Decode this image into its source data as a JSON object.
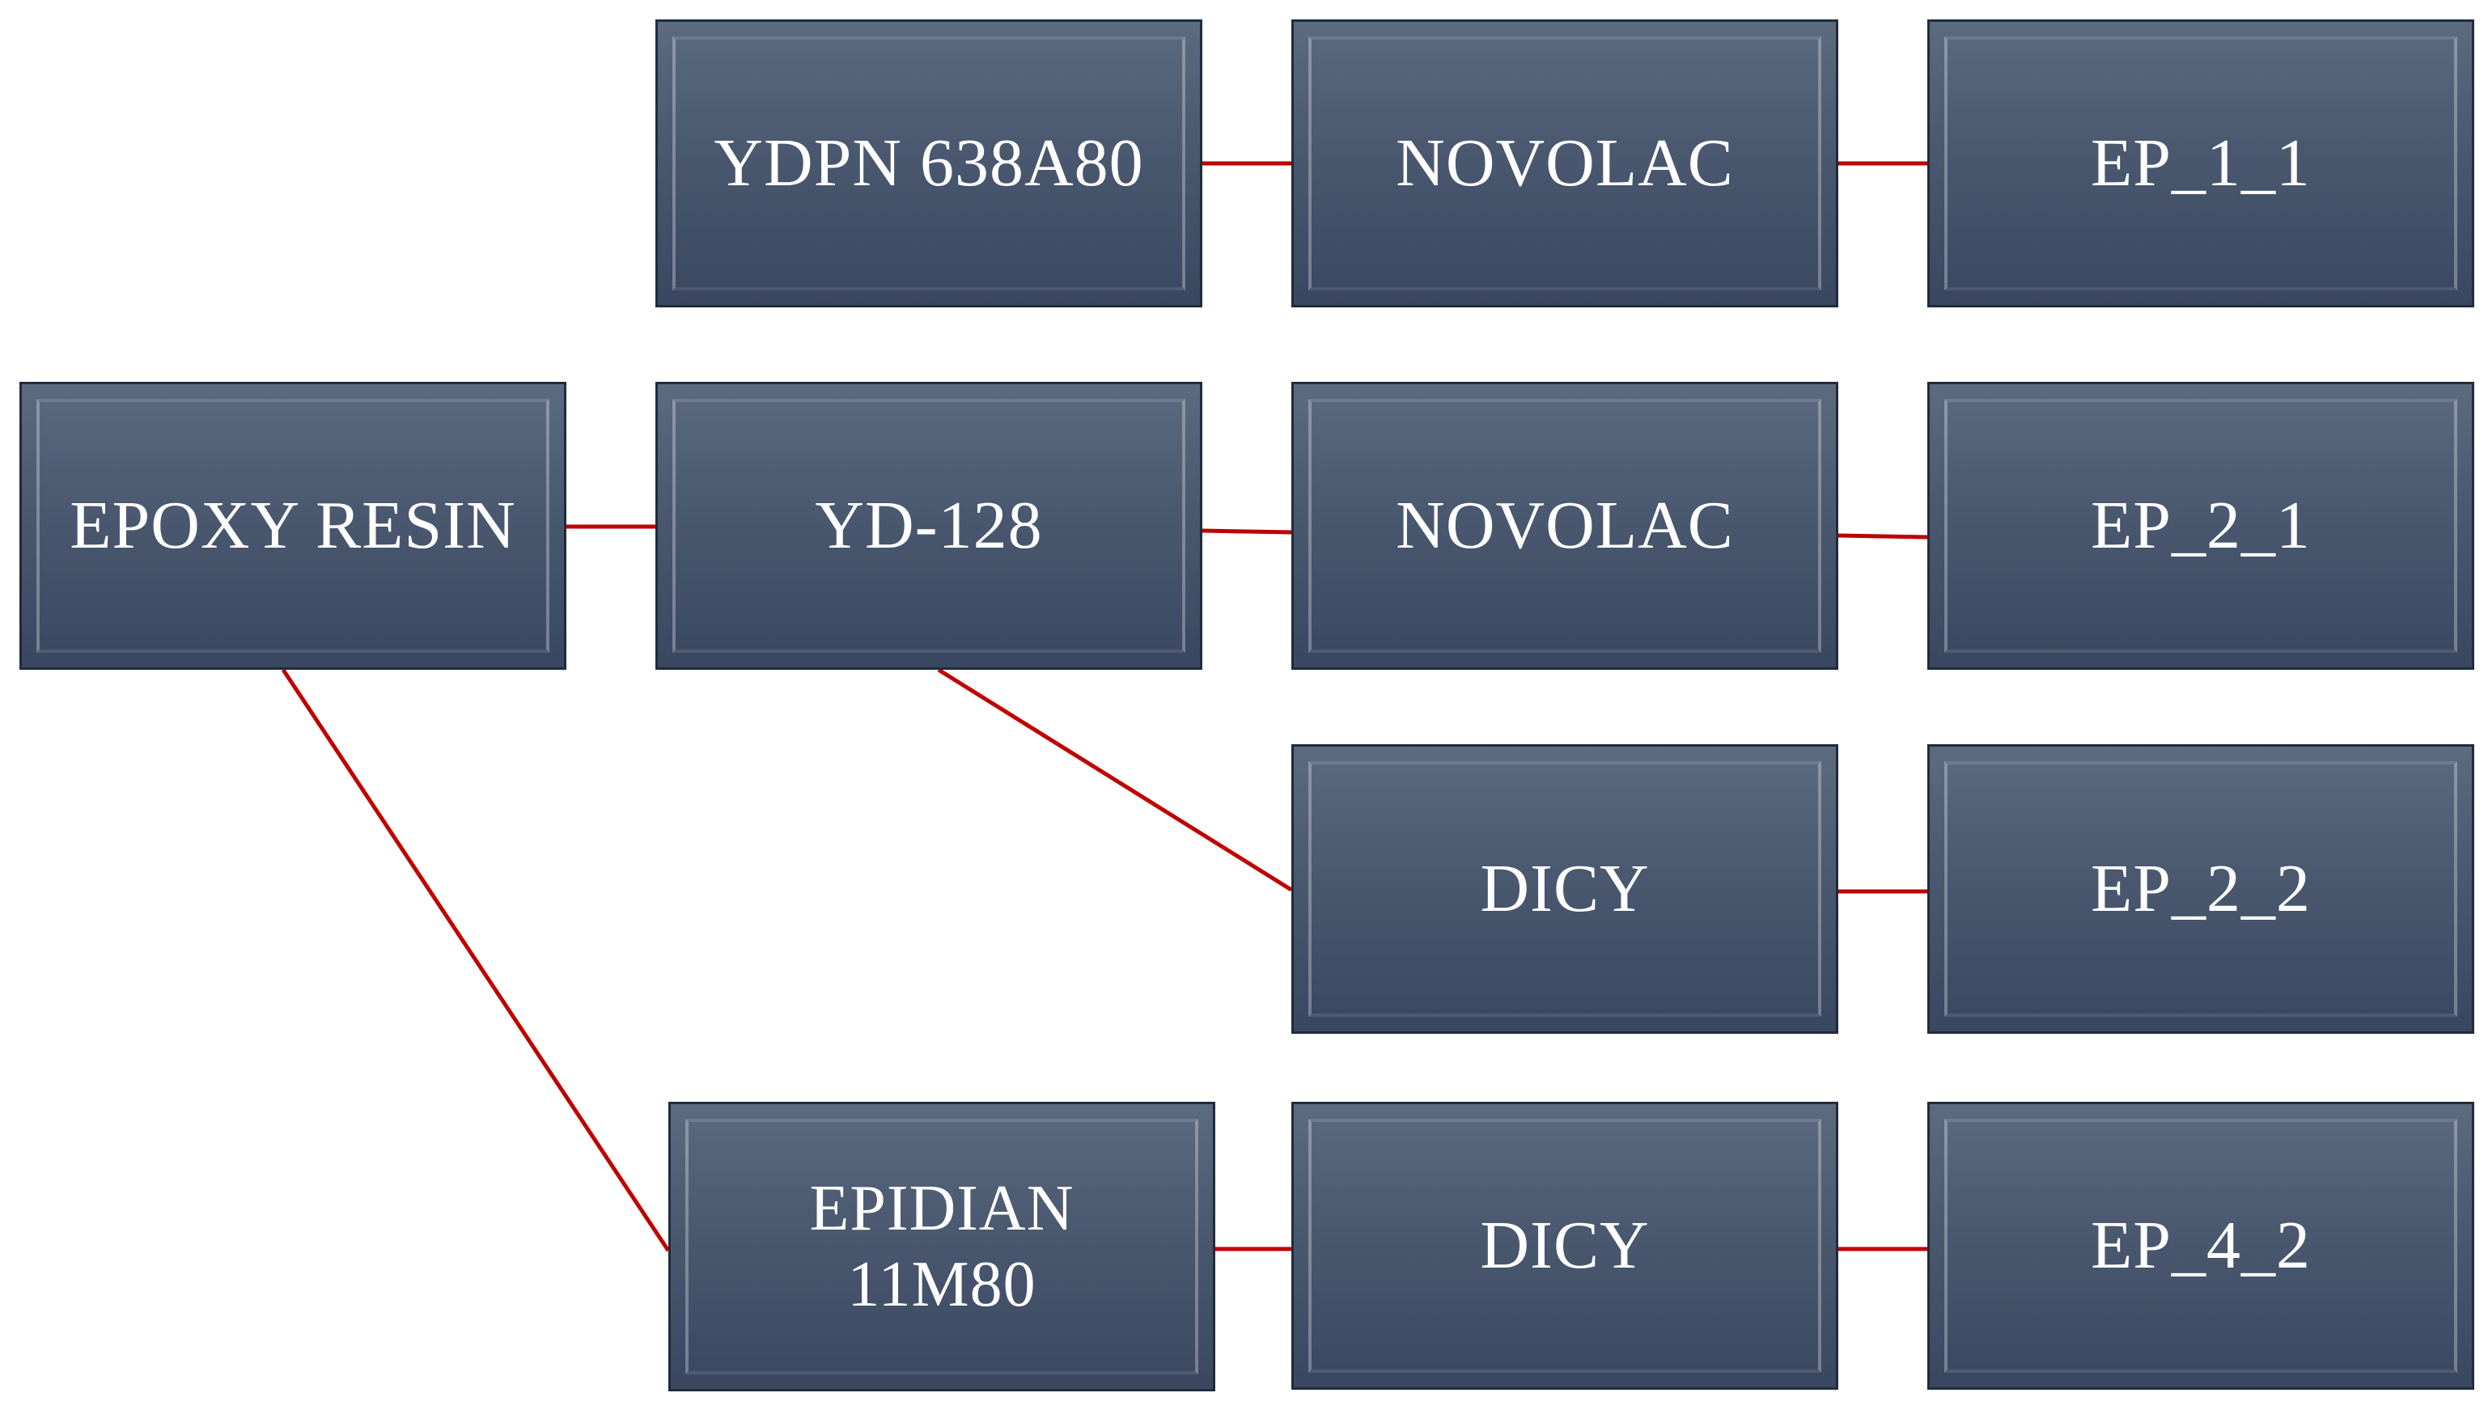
{
  "diagram": {
    "colors": {
      "node_fill": "#4a5870",
      "node_border": "#1f2c3d",
      "node_text": "#ffffff",
      "connector": "#c00000"
    },
    "nodes": [
      {
        "id": "epoxy-resin",
        "label": "EPOXY RESIN"
      },
      {
        "id": "ydpn-638a80",
        "label": "YDPN 638A80"
      },
      {
        "id": "yd-128",
        "label": "YD-128"
      },
      {
        "id": "epidian-11m80",
        "label": "EPIDIAN\n11M80"
      },
      {
        "id": "novolac-1",
        "label": "NOVOLAC"
      },
      {
        "id": "novolac-2",
        "label": "NOVOLAC"
      },
      {
        "id": "dicy-1",
        "label": "DICY"
      },
      {
        "id": "dicy-2",
        "label": "DICY"
      },
      {
        "id": "ep-1-1",
        "label": "EP_1_1"
      },
      {
        "id": "ep-2-1",
        "label": "EP_2_1"
      },
      {
        "id": "ep-2-2",
        "label": "EP_2_2"
      },
      {
        "id": "ep-4-2",
        "label": "EP_4_2"
      }
    ],
    "edges": [
      {
        "from": "epoxy-resin",
        "to": "yd-128"
      },
      {
        "from": "epoxy-resin",
        "to": "epidian-11m80"
      },
      {
        "from": "ydpn-638a80",
        "to": "novolac-1"
      },
      {
        "from": "novolac-1",
        "to": "ep-1-1"
      },
      {
        "from": "yd-128",
        "to": "novolac-2"
      },
      {
        "from": "novolac-2",
        "to": "ep-2-1"
      },
      {
        "from": "yd-128",
        "to": "dicy-1"
      },
      {
        "from": "dicy-1",
        "to": "ep-2-2"
      },
      {
        "from": "epidian-11m80",
        "to": "dicy-2"
      },
      {
        "from": "dicy-2",
        "to": "ep-4-2"
      }
    ]
  }
}
